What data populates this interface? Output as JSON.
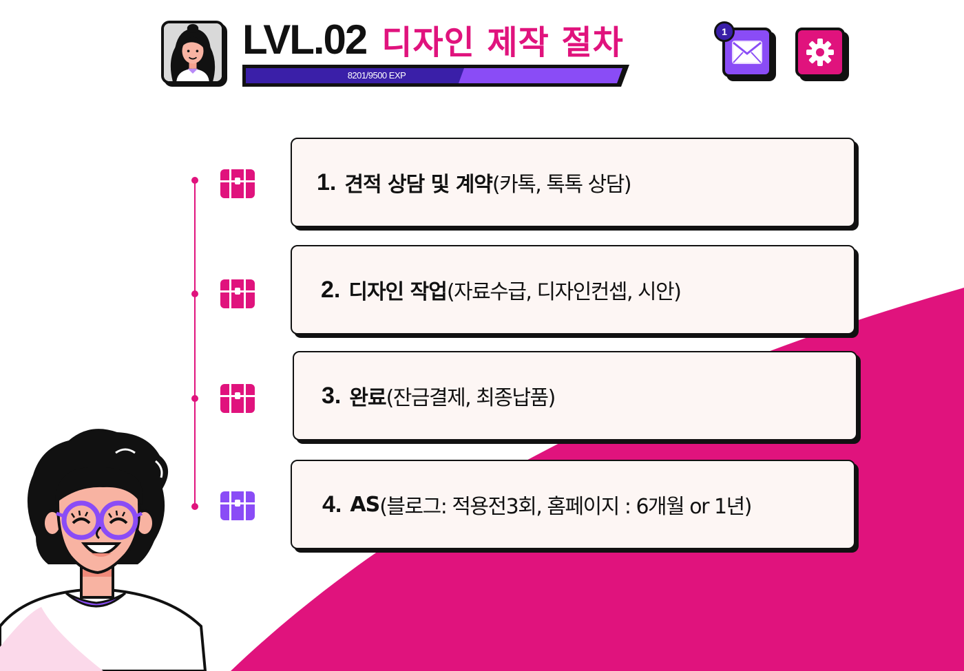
{
  "header": {
    "level_label": "LVL.02",
    "subtitle": "디자인 제작 절차",
    "exp_text": "8201/9500 EXP",
    "exp_current": 8201,
    "exp_max": 9500
  },
  "toolbar": {
    "mail_icon": "envelope-icon",
    "mail_badge": "1",
    "settings_icon": "gear-icon"
  },
  "steps": [
    {
      "number": "1.",
      "title": "견적 상담 및 계약",
      "detail": "(카톡, 톡톡 상담)",
      "icon": "treasure-chest-icon",
      "icon_color": "#e0137d"
    },
    {
      "number": "2.",
      "title": "디자인 작업",
      "detail": "(자료수급, 디자인컨셉, 시안)",
      "icon": "treasure-chest-icon",
      "icon_color": "#e0137d"
    },
    {
      "number": "3.",
      "title": "완료",
      "detail": "(잔금결제, 최종납품)",
      "icon": "treasure-chest-icon",
      "icon_color": "#e0137d"
    },
    {
      "number": "4.",
      "title": "AS",
      "detail": "(블로그: 적용전3회, 홈페이지 : 6개월 or 1년)",
      "icon": "treasure-chest-icon",
      "icon_color": "#8a4cf6"
    }
  ],
  "colors": {
    "accent_pink": "#e0137d",
    "accent_purple": "#8a4cf6",
    "exp_dark": "#3a1fa8",
    "card_bg": "#fdf6f4",
    "outline": "#111111"
  }
}
